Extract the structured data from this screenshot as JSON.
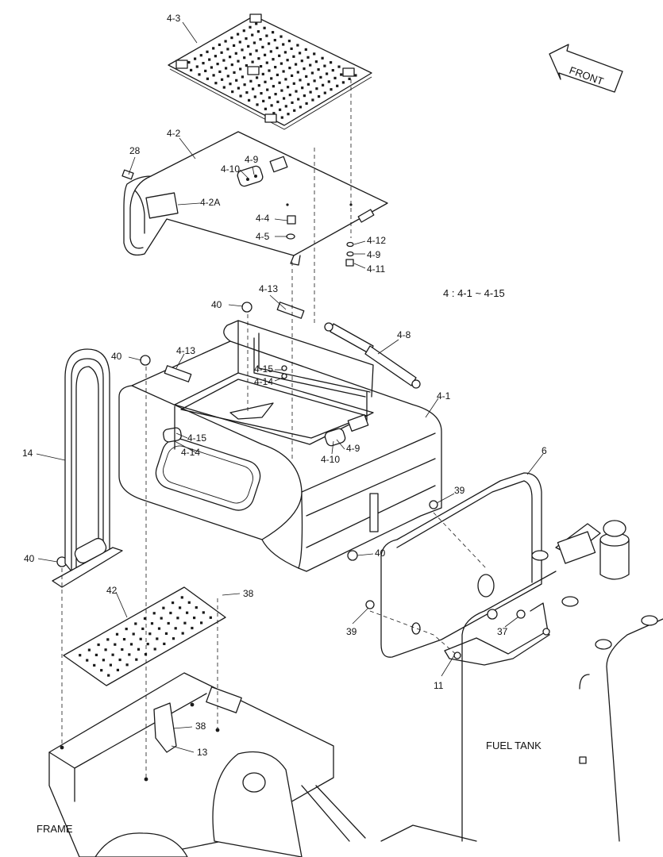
{
  "callouts": {
    "c4_3": "4-3",
    "c4_2": "4-2",
    "c28": "28",
    "c4_10a": "4-10",
    "c4_9a": "4-9",
    "c4_2A": "4-2A",
    "c4_4": "4-4",
    "c4_5": "4-5",
    "c4_12": "4-12",
    "c4_9b": "4-9",
    "c4_11": "4-11",
    "c4_13a": "4-13",
    "c40a": "40",
    "c4_8": "4-8",
    "c40b": "40",
    "c4_13b": "4-13",
    "c4_15a": "4-15",
    "c4_14a": "4-14",
    "c4_1": "4-1",
    "c4_15b": "4-15",
    "c4_14b": "4-14",
    "c14": "14",
    "c4_10b": "4-10",
    "c4_9c": "4-9",
    "c6": "6",
    "c39a": "39",
    "c40c": "40",
    "c40d": "40",
    "c42": "42",
    "c38a": "38",
    "c39b": "39",
    "c37": "37",
    "c11": "11",
    "c38b": "38",
    "c13": "13"
  },
  "notes": {
    "range": "4 : 4-1 ~ 4-15",
    "front": "FRONT",
    "fuel_tank": "FUEL TANK",
    "frame": "FRAME"
  }
}
